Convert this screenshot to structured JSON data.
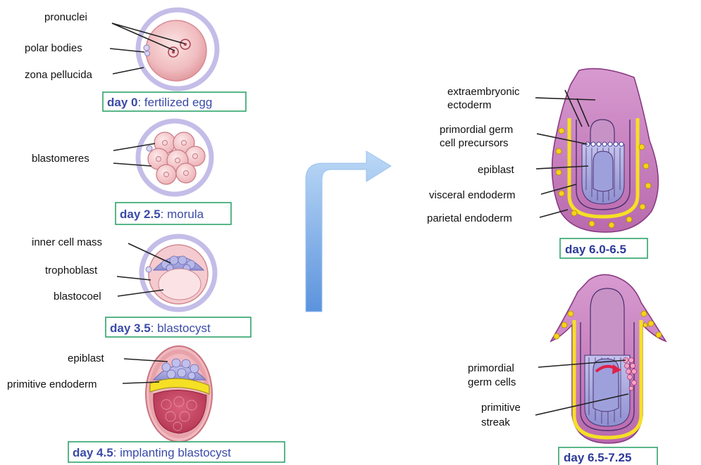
{
  "labels": {
    "pronuclei": "pronuclei",
    "polar_bodies": "polar bodies",
    "zona_pellucida": "zona pellucida",
    "blastomeres": "blastomeres",
    "inner_cell_mass": "inner cell mass",
    "trophoblast": "trophoblast",
    "blastocoel": "blastocoel",
    "epiblast": "epiblast",
    "primitive_endoderm": "primitive endoderm",
    "extraembryonic_1": "extraembryonic",
    "extraembryonic_2": "ectoderm",
    "pgc_prec_1": "primordial germ",
    "pgc_prec_2": "cell precursors",
    "epiblast_r": "epiblast",
    "visceral_endoderm": "visceral endoderm",
    "parietal_endoderm": "parietal endoderm",
    "pgc_1": "primordial",
    "pgc_2": "germ cells",
    "streak_1": "primitive",
    "streak_2": "streak"
  },
  "captions": {
    "day0": {
      "day": "day 0",
      "text": ": fertilized egg"
    },
    "day25": {
      "day": "day 2.5",
      "text": ": morula"
    },
    "day35": {
      "day": "day 3.5",
      "text": ": blastocyst"
    },
    "day45": {
      "day": "day 4.5",
      "text": ": implanting blastocyst"
    },
    "day6": {
      "text": "day 6.0-6.5"
    },
    "day65": {
      "text": "day 6.5-7.25"
    }
  },
  "colors": {
    "zona": "#c9c3ea",
    "cell": "#f3c6c8",
    "embryo": "#c77fbf",
    "epiblast": "#a8a8de",
    "yellow": "#f5e025",
    "arrow": "#7fb2ea",
    "caption_text": "#3a4aa8",
    "caption_border": "#2fa36b"
  }
}
